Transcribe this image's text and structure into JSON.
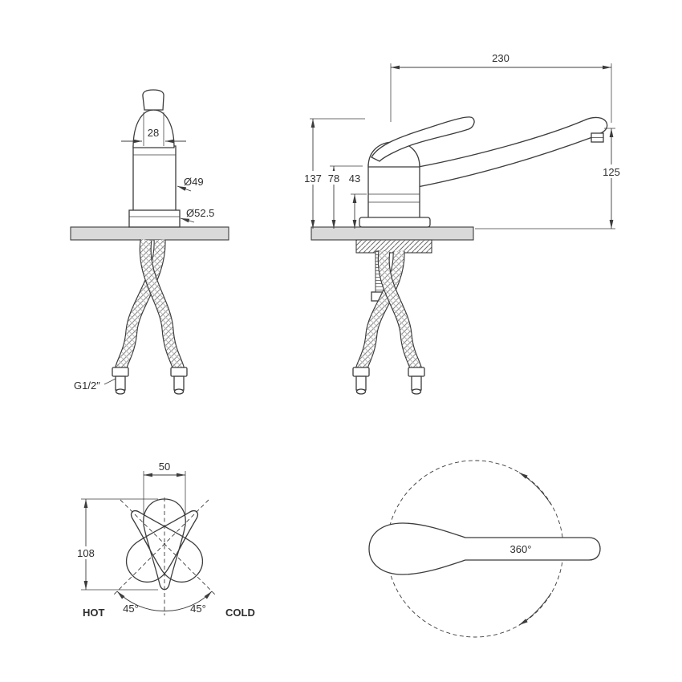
{
  "views": {
    "front": {
      "dim_handle_width": "28",
      "dim_body_diameter": "Ø49",
      "dim_base_diameter": "Ø52.5",
      "thread_label": "G1/2″"
    },
    "side": {
      "dim_spout_reach": "230",
      "dim_total_height": "137",
      "dim_spout_base_height": "78",
      "dim_body_height": "43",
      "dim_spout_height": "125"
    },
    "handle": {
      "dim_width": "50",
      "dim_length": "108",
      "angle_left": "45°",
      "angle_right": "45°",
      "label_hot": "HOT",
      "label_cold": "COLD"
    },
    "rotation": {
      "angle": "360°"
    }
  },
  "colors": {
    "line": "#3c3c3c",
    "deck": "#d9d9d9",
    "background": "#ffffff"
  }
}
